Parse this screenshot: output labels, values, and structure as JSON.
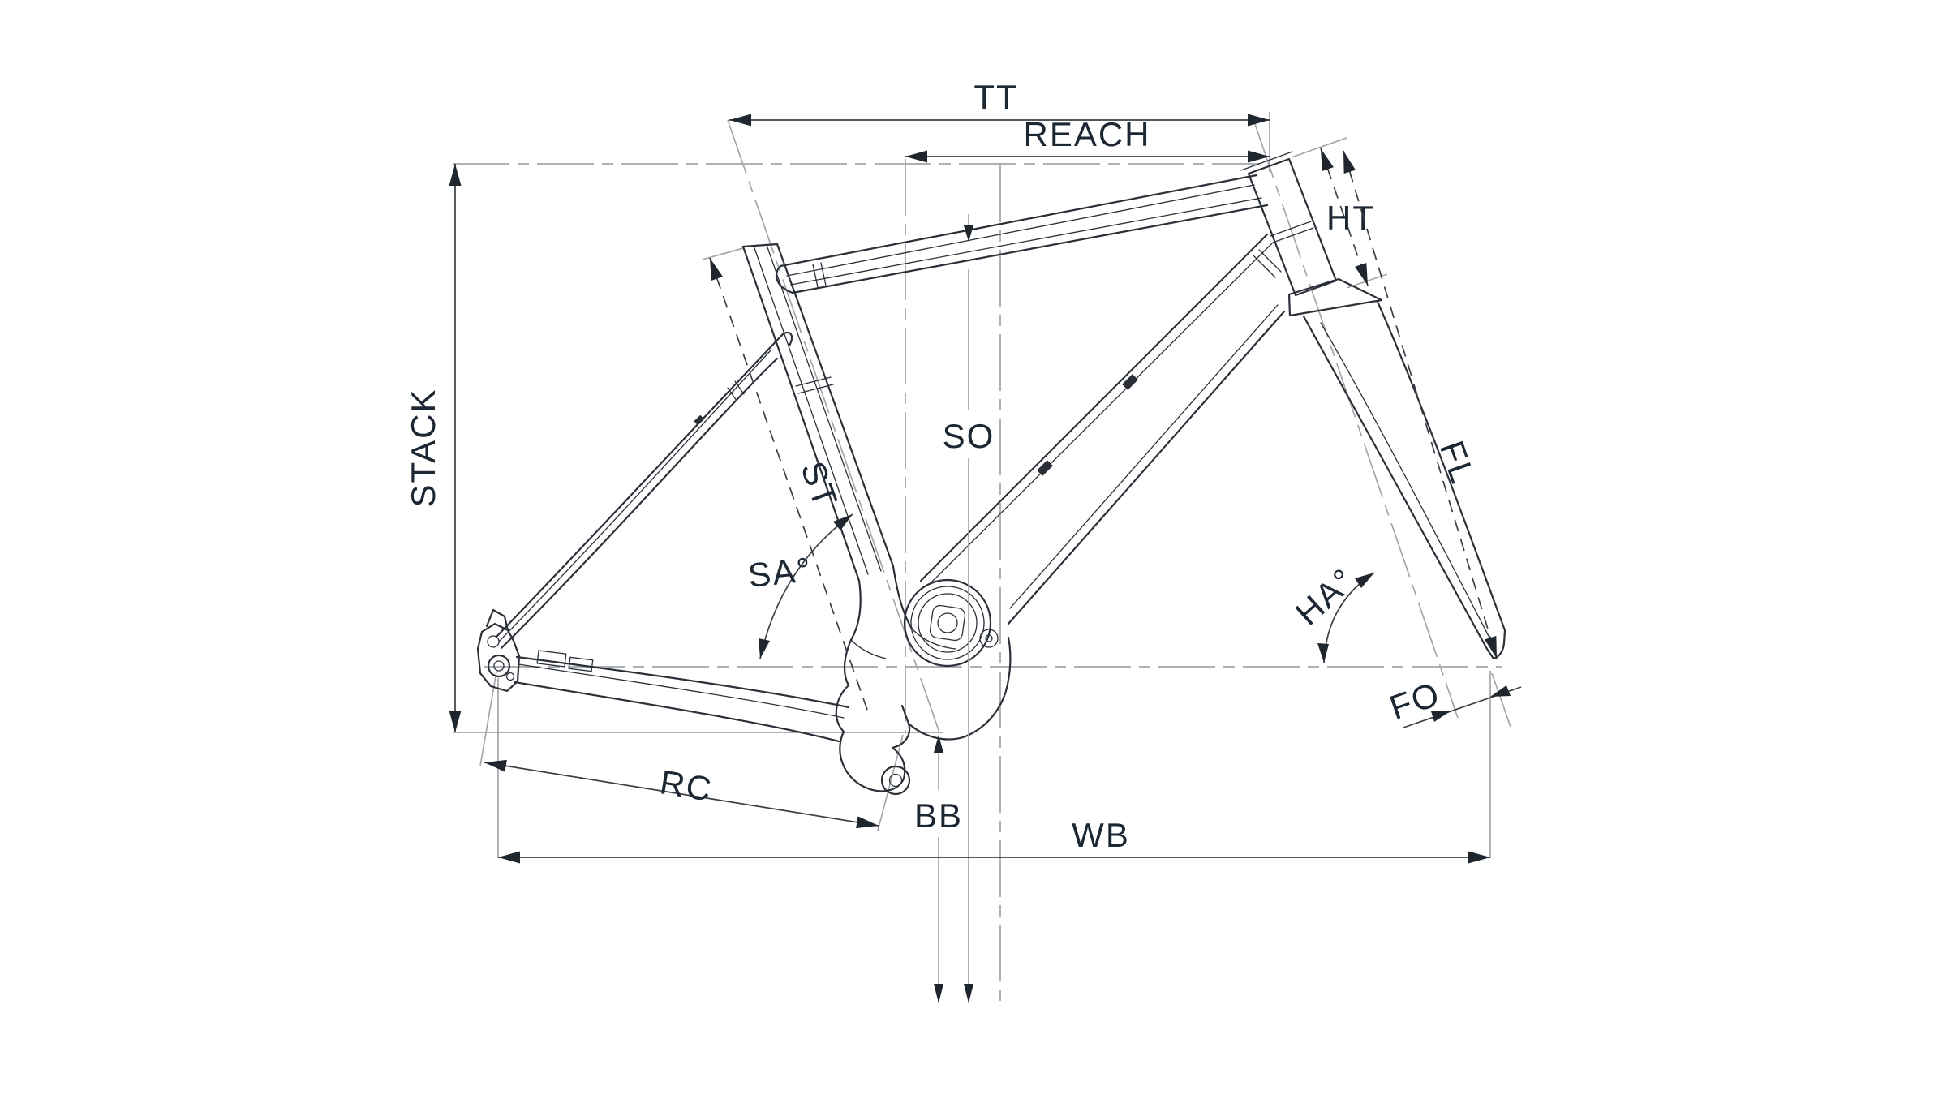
{
  "diagram": {
    "kind": "bicycle-frame-geometry-technical-drawing",
    "background": "#ffffff",
    "colors": {
      "frame_line": "#2b3038",
      "dimension_line": "#3a3f45",
      "extension_line": "#a3a6aa",
      "label_text": "#1d2733"
    }
  },
  "labels": {
    "tt": "TT",
    "reach": "REACH",
    "ht": "HT",
    "stack": "STACK",
    "so": "SO",
    "st": "ST",
    "sa": "SA°",
    "fl": "FL",
    "ha": "HA°",
    "fo": "FO",
    "rc": "RC",
    "bb": "BB",
    "wb": "WB"
  }
}
